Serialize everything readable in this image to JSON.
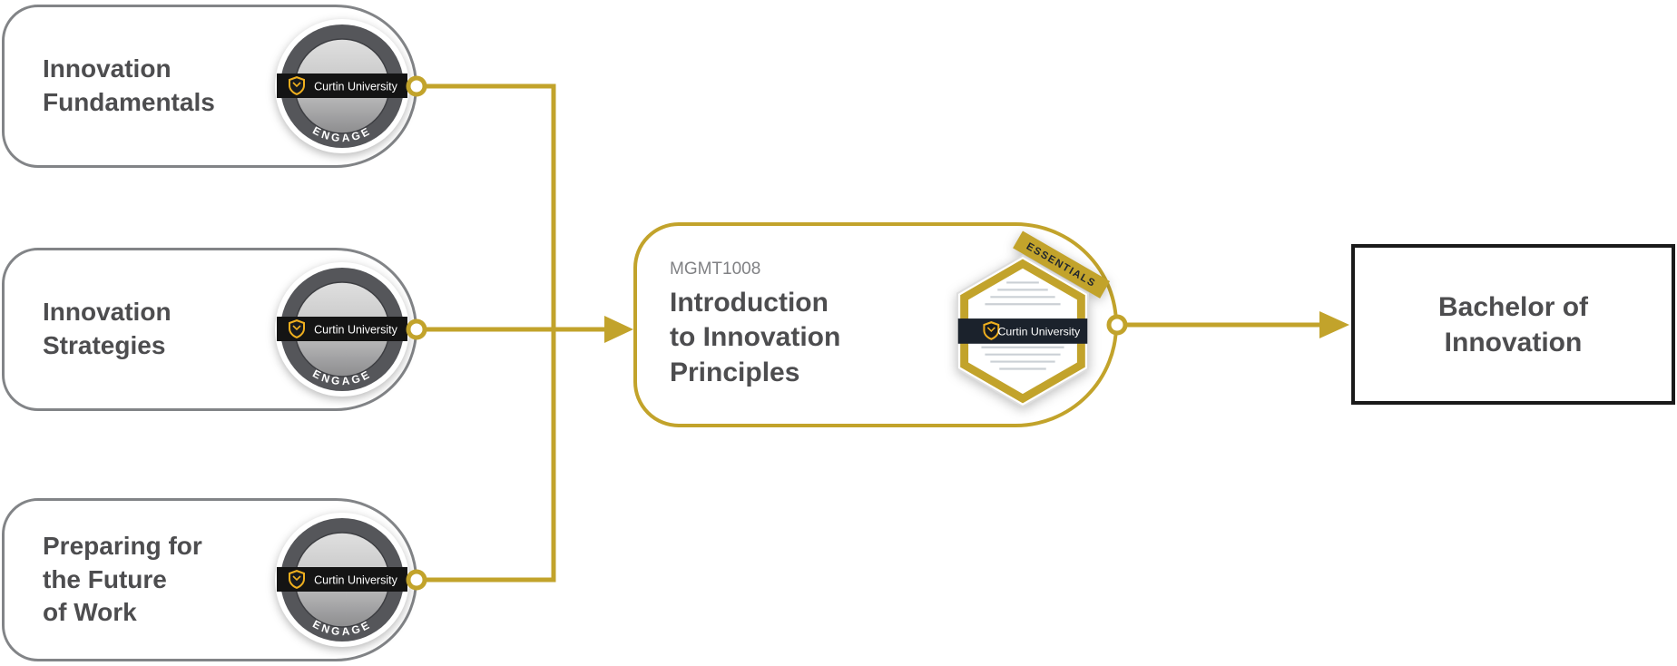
{
  "colors": {
    "gold": "#C2A32B",
    "border_gray": "#828487",
    "text": "#4D4D4F",
    "muted": "#808184",
    "navy": "#1B222C",
    "banner_black": "#141414",
    "outcome_border": "#1A1A1A"
  },
  "nodes": {
    "sources": [
      {
        "title": "Innovation\nFundamentals"
      },
      {
        "title": "Innovation\nStrategies"
      },
      {
        "title": "Preparing for\nthe Future\nof Work"
      }
    ],
    "unit": {
      "code": "MGMT1008",
      "title": "Introduction\nto Innovation\nPrinciples"
    },
    "outcome": {
      "title": "Bachelor of\nInnovation"
    }
  },
  "badges": {
    "engage": {
      "org": "Curtin University",
      "tier": "ENGAGE"
    },
    "essentials": {
      "org": "Curtin University",
      "tier": "ESSENTIALS"
    }
  },
  "edges": [
    {
      "from": "Innovation Fundamentals",
      "to": "MGMT1008"
    },
    {
      "from": "Innovation Strategies",
      "to": "MGMT1008"
    },
    {
      "from": "Preparing for the Future of Work",
      "to": "MGMT1008"
    },
    {
      "from": "MGMT1008",
      "to": "Bachelor of Innovation"
    }
  ]
}
